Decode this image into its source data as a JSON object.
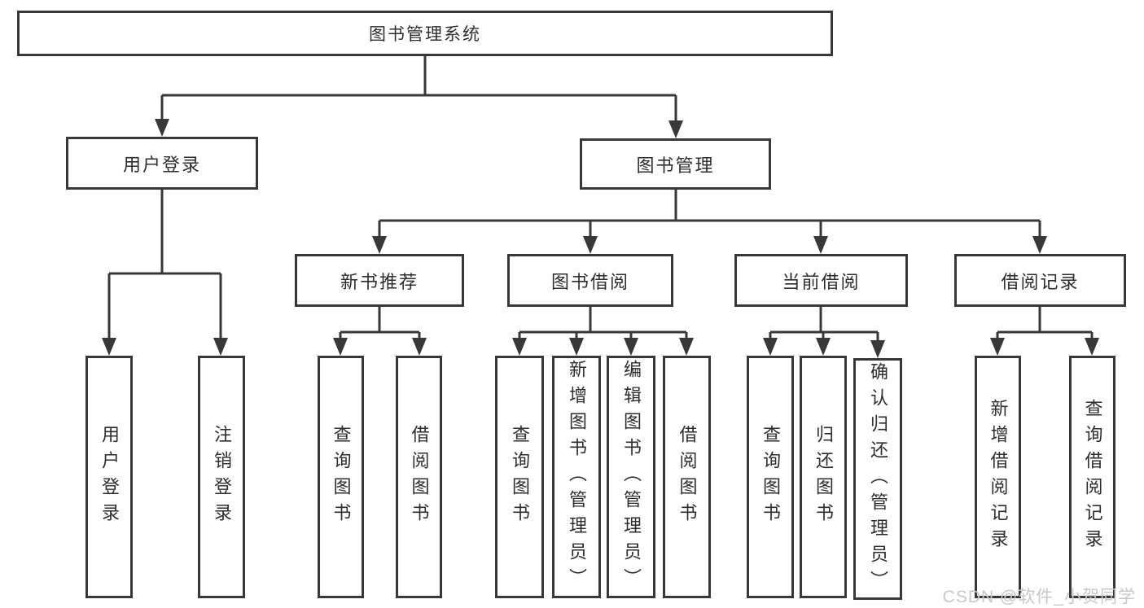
{
  "tree": {
    "label": "图书管理系统",
    "children": [
      {
        "label": "用户登录",
        "children": [
          {
            "label": "用户登录"
          },
          {
            "label": "注销登录"
          }
        ]
      },
      {
        "label": "图书管理",
        "children": [
          {
            "label": "新书推荐",
            "children": [
              {
                "label": "查询图书"
              },
              {
                "label": "借阅图书"
              }
            ]
          },
          {
            "label": "图书借阅",
            "children": [
              {
                "label": "查询图书"
              },
              {
                "label": "新增图书（管理员）"
              },
              {
                "label": "编辑图书（管理员）"
              },
              {
                "label": "借阅图书"
              }
            ]
          },
          {
            "label": "当前借阅",
            "children": [
              {
                "label": "查询图书"
              },
              {
                "label": "归还图书"
              },
              {
                "label": "确认归还（管理员）"
              }
            ]
          },
          {
            "label": "借阅记录",
            "children": [
              {
                "label": "新增借阅记录"
              },
              {
                "label": "查询借阅记录"
              }
            ]
          }
        ]
      }
    ]
  },
  "watermark": "CSDN @软件_小贺同学",
  "colors": {
    "line": "#383838",
    "text": "#2d2d2d",
    "background": "#ffffff",
    "watermark": "#c8c8c8"
  }
}
